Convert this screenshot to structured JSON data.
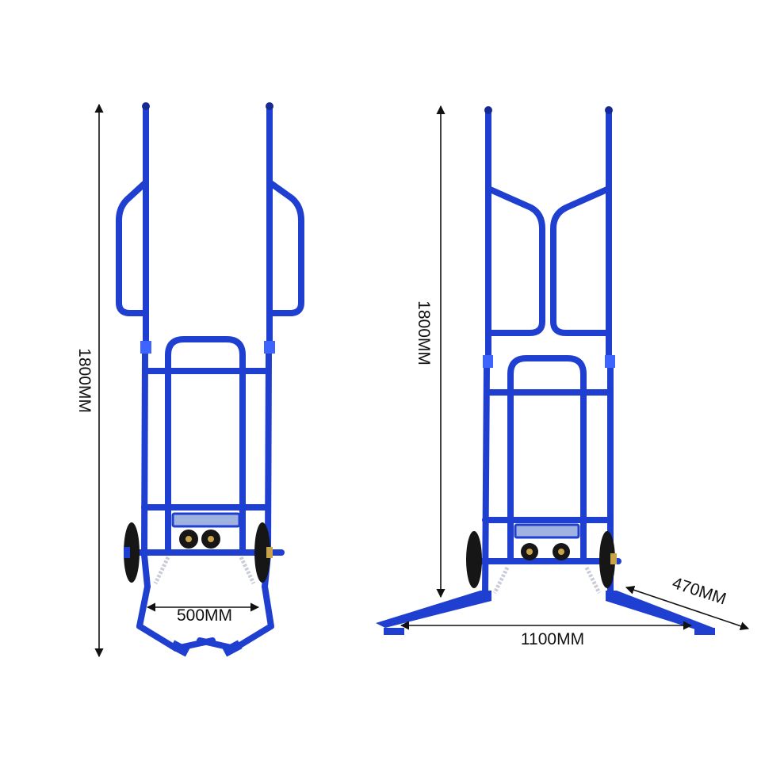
{
  "colors": {
    "frame": "#1f3fd0",
    "frame_light": "#3d64ff",
    "frame_dark": "#162a96",
    "tire": "#161616",
    "hub": "#c9a34a",
    "caster_plate": "#9fb2e0",
    "spring": "#c8ccd6",
    "dimension_line": "#111111"
  },
  "dimensions": {
    "height_front": "1800MM",
    "height_open": "1800MM",
    "width": "500MM",
    "length": "1100MM",
    "depth": "470MM"
  },
  "views": {
    "front": "folded",
    "open": "unfolded"
  }
}
